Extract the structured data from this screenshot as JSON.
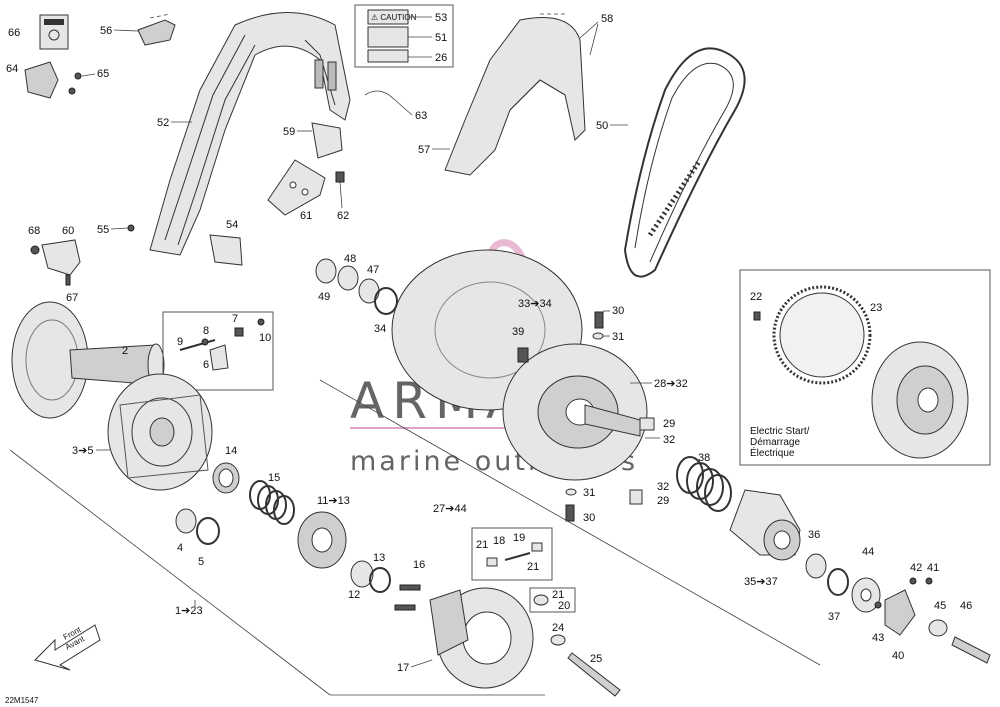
{
  "watermark": {
    "brand": "ARMADA",
    "tagline": "marine outboards",
    "accent_color": "#e3a3c4",
    "text_color": "#555555"
  },
  "drawing_code": "22M1547",
  "electric_start_note": {
    "line1": "Electric Start/",
    "line2": "Démarrage",
    "line3": "Électrique"
  },
  "front_arrow": {
    "line1": "Front",
    "line2": "Avant"
  },
  "labels": {
    "l66": "66",
    "l56": "56",
    "l53": "53",
    "l51": "51",
    "l26": "26",
    "l58": "58",
    "l64": "64",
    "l65": "65",
    "l52": "52",
    "l63": "63",
    "l50": "50",
    "l59": "59",
    "l57": "57",
    "l61": "61",
    "l62": "62",
    "l68": "68",
    "l60": "60",
    "l55": "55",
    "l54": "54",
    "l67": "67",
    "l48": "48",
    "l47": "47",
    "l49": "49",
    "l34": "34",
    "l33": "33➔34",
    "l30a": "30",
    "l31a": "31",
    "l39": "39",
    "l22": "22",
    "l23": "23",
    "l2": "2",
    "l9": "9",
    "l8": "8",
    "l7": "7",
    "l10": "10",
    "l6": "6",
    "l28": "28➔32",
    "l29a": "29",
    "l32a": "32",
    "l3": "3➔5",
    "l14": "14",
    "l15": "15",
    "l38": "38",
    "l31b": "31",
    "l32b": "32",
    "l29b": "29",
    "l30b": "30",
    "l27": "27➔44",
    "l11": "11➔13",
    "l4": "4",
    "l5": "5",
    "l18": "18",
    "l19": "19",
    "l21a": "21",
    "l21b": "21",
    "l36": "36",
    "l44": "44",
    "l13": "13",
    "l16": "16",
    "l12": "12",
    "l35": "35➔37",
    "l42": "42",
    "l41": "41",
    "l21c": "21",
    "l20": "20",
    "l37": "37",
    "l45": "45",
    "l46": "46",
    "l1": "1➔23",
    "l24": "24",
    "l43": "43",
    "l40": "40",
    "l25": "25",
    "l17": "17"
  },
  "decal": {
    "caution": "⚠ CAUTION"
  }
}
